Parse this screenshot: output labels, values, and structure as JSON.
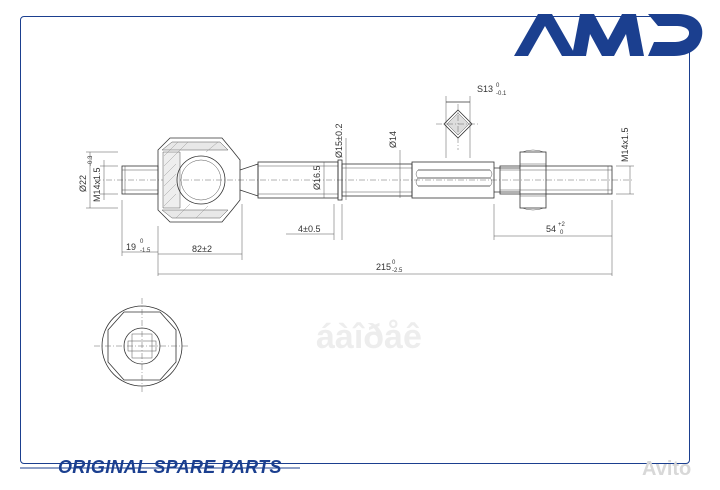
{
  "brand": {
    "logo_text": "AMD",
    "color": "#1b3f8f"
  },
  "footer": {
    "tagline": "ORIGINAL SPARE PARTS",
    "watermark": "Avito"
  },
  "dimensions": {
    "thread_left": "M14x1.5",
    "dia_left": "Ø22",
    "dia_left_tol": "-0.3",
    "len_19": "19",
    "len_19_tol_top": "0",
    "len_19_tol_bottom": "-1.5",
    "len_82": "82±2",
    "len_4": "4±0.5",
    "dia_165": "Ø16.5",
    "dia_15": "Ø15±0.2",
    "dia_14": "Ø14",
    "across_flats": "S13",
    "across_flats_tol_top": "0",
    "across_flats_tol_bottom": "-0.1",
    "thread_right": "M14x1.5",
    "len_54": "54",
    "len_54_tol_top": "+2",
    "len_54_tol_bottom": "0",
    "len_215": "215",
    "len_215_tol_top": "0",
    "len_215_tol_bottom": "-2.5"
  },
  "watermark_center": "áàîðåê"
}
